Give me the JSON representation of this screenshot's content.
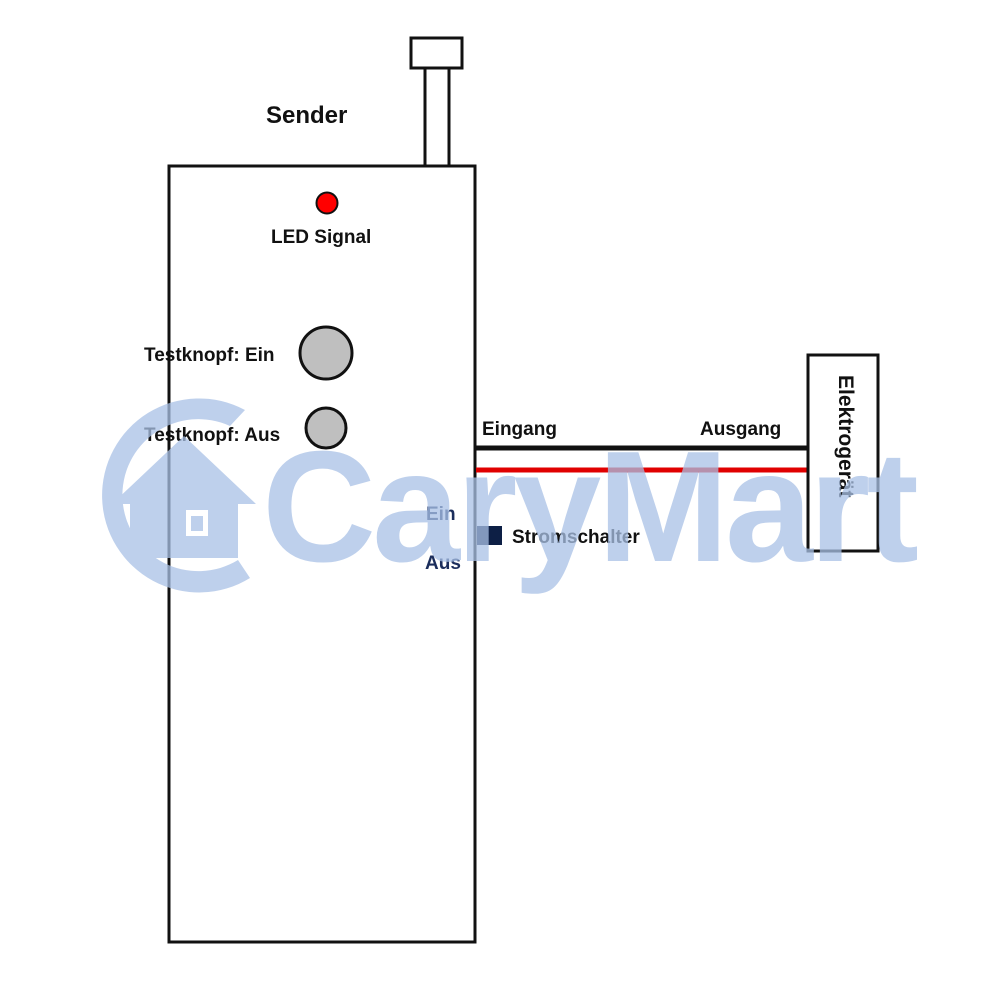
{
  "transmitter": {
    "title": "Sender",
    "led_label": "LED Signal",
    "test_on_label": "Testknopf: Ein",
    "test_off_label": "Testknopf: Aus",
    "switch_on_label": "Ein",
    "switch_off_label": "Aus",
    "switch_label": "Stromschalter"
  },
  "wires": {
    "input_label": "Eingang",
    "output_label": "Ausgang"
  },
  "device": {
    "label": "Elektrogerät"
  },
  "watermark": {
    "text": "CaryMart"
  },
  "colors": {
    "outline": "#111111",
    "led": "#ff0000",
    "button_fill": "#bfbfbf",
    "wire_neutral": "#111111",
    "wire_live": "#e00000",
    "switch": "#0d1f45",
    "watermark": "#a9c1e6",
    "label_blue": "#1c2e5c"
  }
}
